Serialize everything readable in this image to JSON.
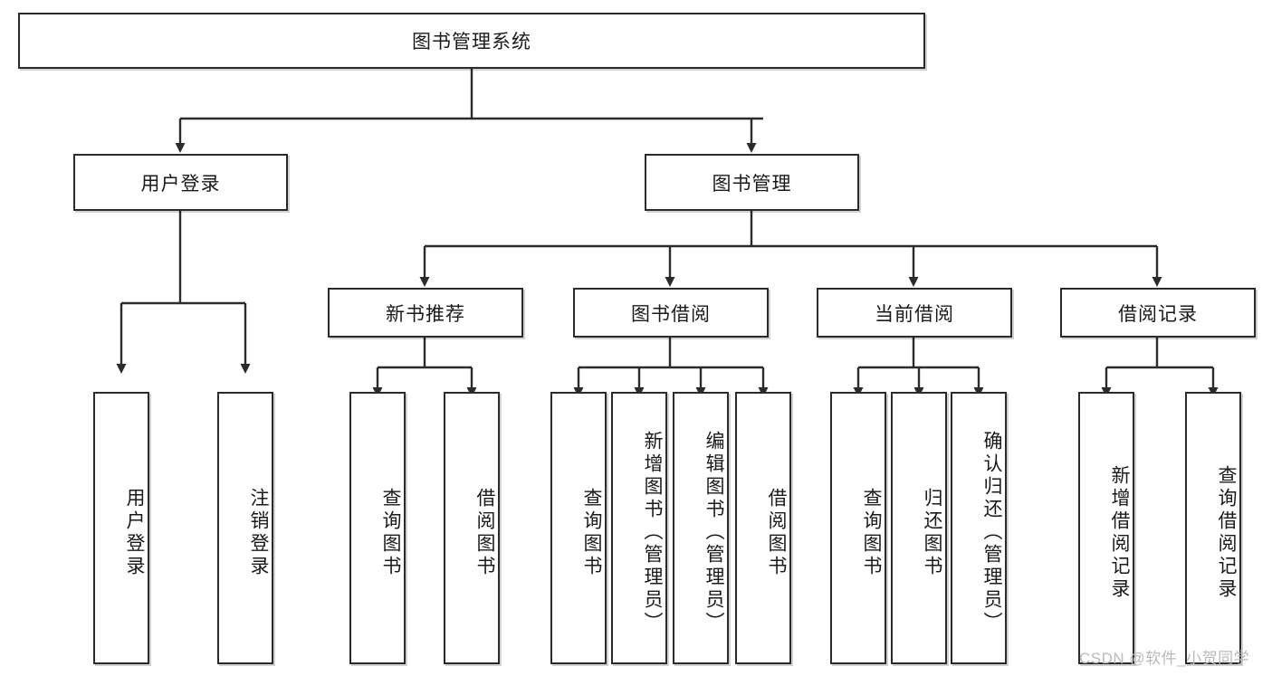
{
  "diagram": {
    "title": "图书管理系统",
    "type": "hierarchy-tree",
    "root": {
      "label": "图书管理系统"
    },
    "level1": [
      {
        "label": "用户登录"
      },
      {
        "label": "图书管理"
      }
    ],
    "level2": [
      {
        "label": "新书推荐"
      },
      {
        "label": "图书借阅"
      },
      {
        "label": "当前借阅"
      },
      {
        "label": "借阅记录"
      }
    ],
    "leaves": {
      "user_login": [
        {
          "label": "用户登录"
        },
        {
          "label": "注销登录"
        }
      ],
      "new_book_recommend": [
        {
          "label": "查询图书"
        },
        {
          "label": "借阅图书"
        }
      ],
      "book_borrow": [
        {
          "label": "查询图书"
        },
        {
          "label": "新增图书（管理员）"
        },
        {
          "label": "编辑图书（管理员）"
        },
        {
          "label": "借阅图书"
        }
      ],
      "current_borrow": [
        {
          "label": "查询图书"
        },
        {
          "label": "归还图书"
        },
        {
          "label": "确认归还（管理员）"
        }
      ],
      "borrow_record": [
        {
          "label": "新增借阅记录"
        },
        {
          "label": "查询借阅记录"
        }
      ]
    }
  },
  "watermark": {
    "text": "CSDN @软件_小贺同学"
  },
  "colors": {
    "border": "#2b2b2b",
    "text": "#1a1a1a",
    "background": "#ffffff",
    "watermark": "#b9b9b9"
  }
}
